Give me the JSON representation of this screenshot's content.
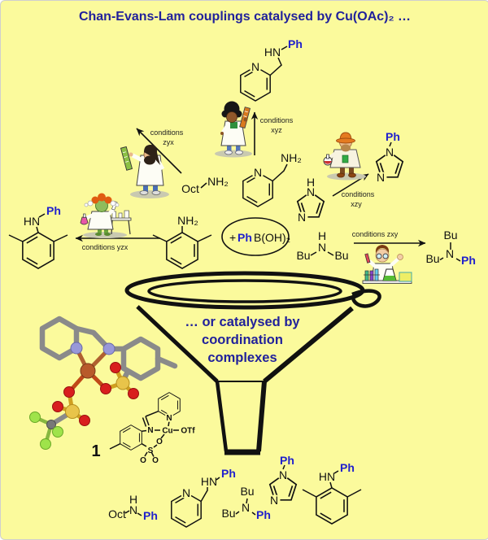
{
  "title": "Chan-Evans-Lam couplings catalysed by Cu(OAc)₂ …",
  "colors": {
    "background": "#FBFA9C",
    "title_blue": "#21219B",
    "ph_blue": "#2121CC",
    "ink": "#111111",
    "crystal": {
      "carbon": "#8A8A8A",
      "nitrogen": "#9898D8",
      "copper": "#B85A2A",
      "oxygen": "#D81E1E",
      "sulfur": "#E8C44A",
      "fluorine": "#9FE34A"
    }
  },
  "reagent_oval": {
    "plus": "+",
    "ph": "Ph",
    "boronic": "B(OH)₂"
  },
  "funnel_caption": {
    "line1": "… or catalysed by",
    "line2": "coordination",
    "line3": "complexes"
  },
  "conditions": {
    "xyz": {
      "word": "conditions",
      "tag": "xyz"
    },
    "zyx": {
      "word": "conditions",
      "tag": "zyx"
    },
    "xzy": {
      "word": "conditions",
      "tag": "xzy"
    },
    "yzx": {
      "combined": "conditions yzx"
    },
    "zxy": {
      "combined": "conditions zxy"
    }
  },
  "atom_labels": {
    "n": "N",
    "h": "H",
    "hn": "HN",
    "nh2": "NH₂",
    "oct": "Oct",
    "bu": "Bu",
    "ph": "Ph",
    "cu": "Cu",
    "otf": "OTf",
    "o": "O",
    "s": "S"
  },
  "complex_number": "1"
}
